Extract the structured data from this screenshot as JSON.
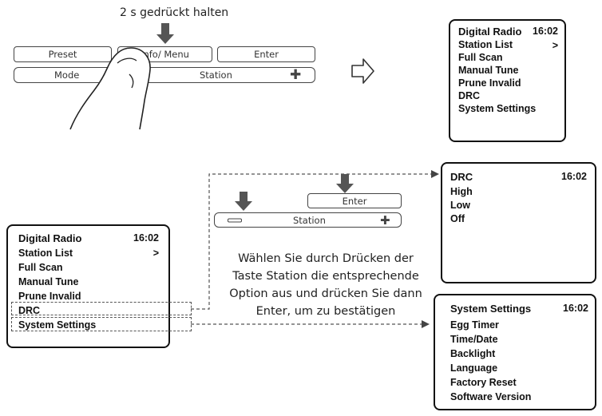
{
  "top_hint": "2 s gedrückt halten",
  "panel_top": {
    "preset": "Preset",
    "info_menu": "Info/ Menu",
    "enter": "Enter",
    "mode": "Mode",
    "station": "Station"
  },
  "panel_mid": {
    "enter": "Enter",
    "station": "Station"
  },
  "instruction": [
    "Wählen Sie durch Drücken der",
    "Taste Station die entsprechende",
    "Option aus und drücken Sie dann",
    "Enter, um zu bestätigen"
  ],
  "screen_main_top": {
    "title": "Digital Radio",
    "time": "16:02",
    "chevron": ">",
    "items": [
      "Station List",
      "Full Scan",
      "Manual Tune",
      "Prune Invalid",
      "DRC",
      "System Settings"
    ]
  },
  "screen_main_left": {
    "title": "Digital Radio",
    "time": "16:02",
    "chevron": ">",
    "items": [
      "Station List",
      "Full Scan",
      "Manual Tune",
      "Prune Invalid",
      "DRC",
      "System Settings"
    ]
  },
  "screen_drc": {
    "title": "DRC",
    "time": "16:02",
    "items": [
      "High",
      "Low",
      "Off"
    ]
  },
  "screen_system": {
    "title": "System Settings",
    "time": "16:02",
    "items": [
      "Egg Timer",
      "Time/Date",
      "Backlight",
      "Language",
      "Factory Reset",
      "Software Version"
    ]
  },
  "colors": {
    "ink": "#111111",
    "line": "#444444",
    "arrow": "#555555"
  }
}
